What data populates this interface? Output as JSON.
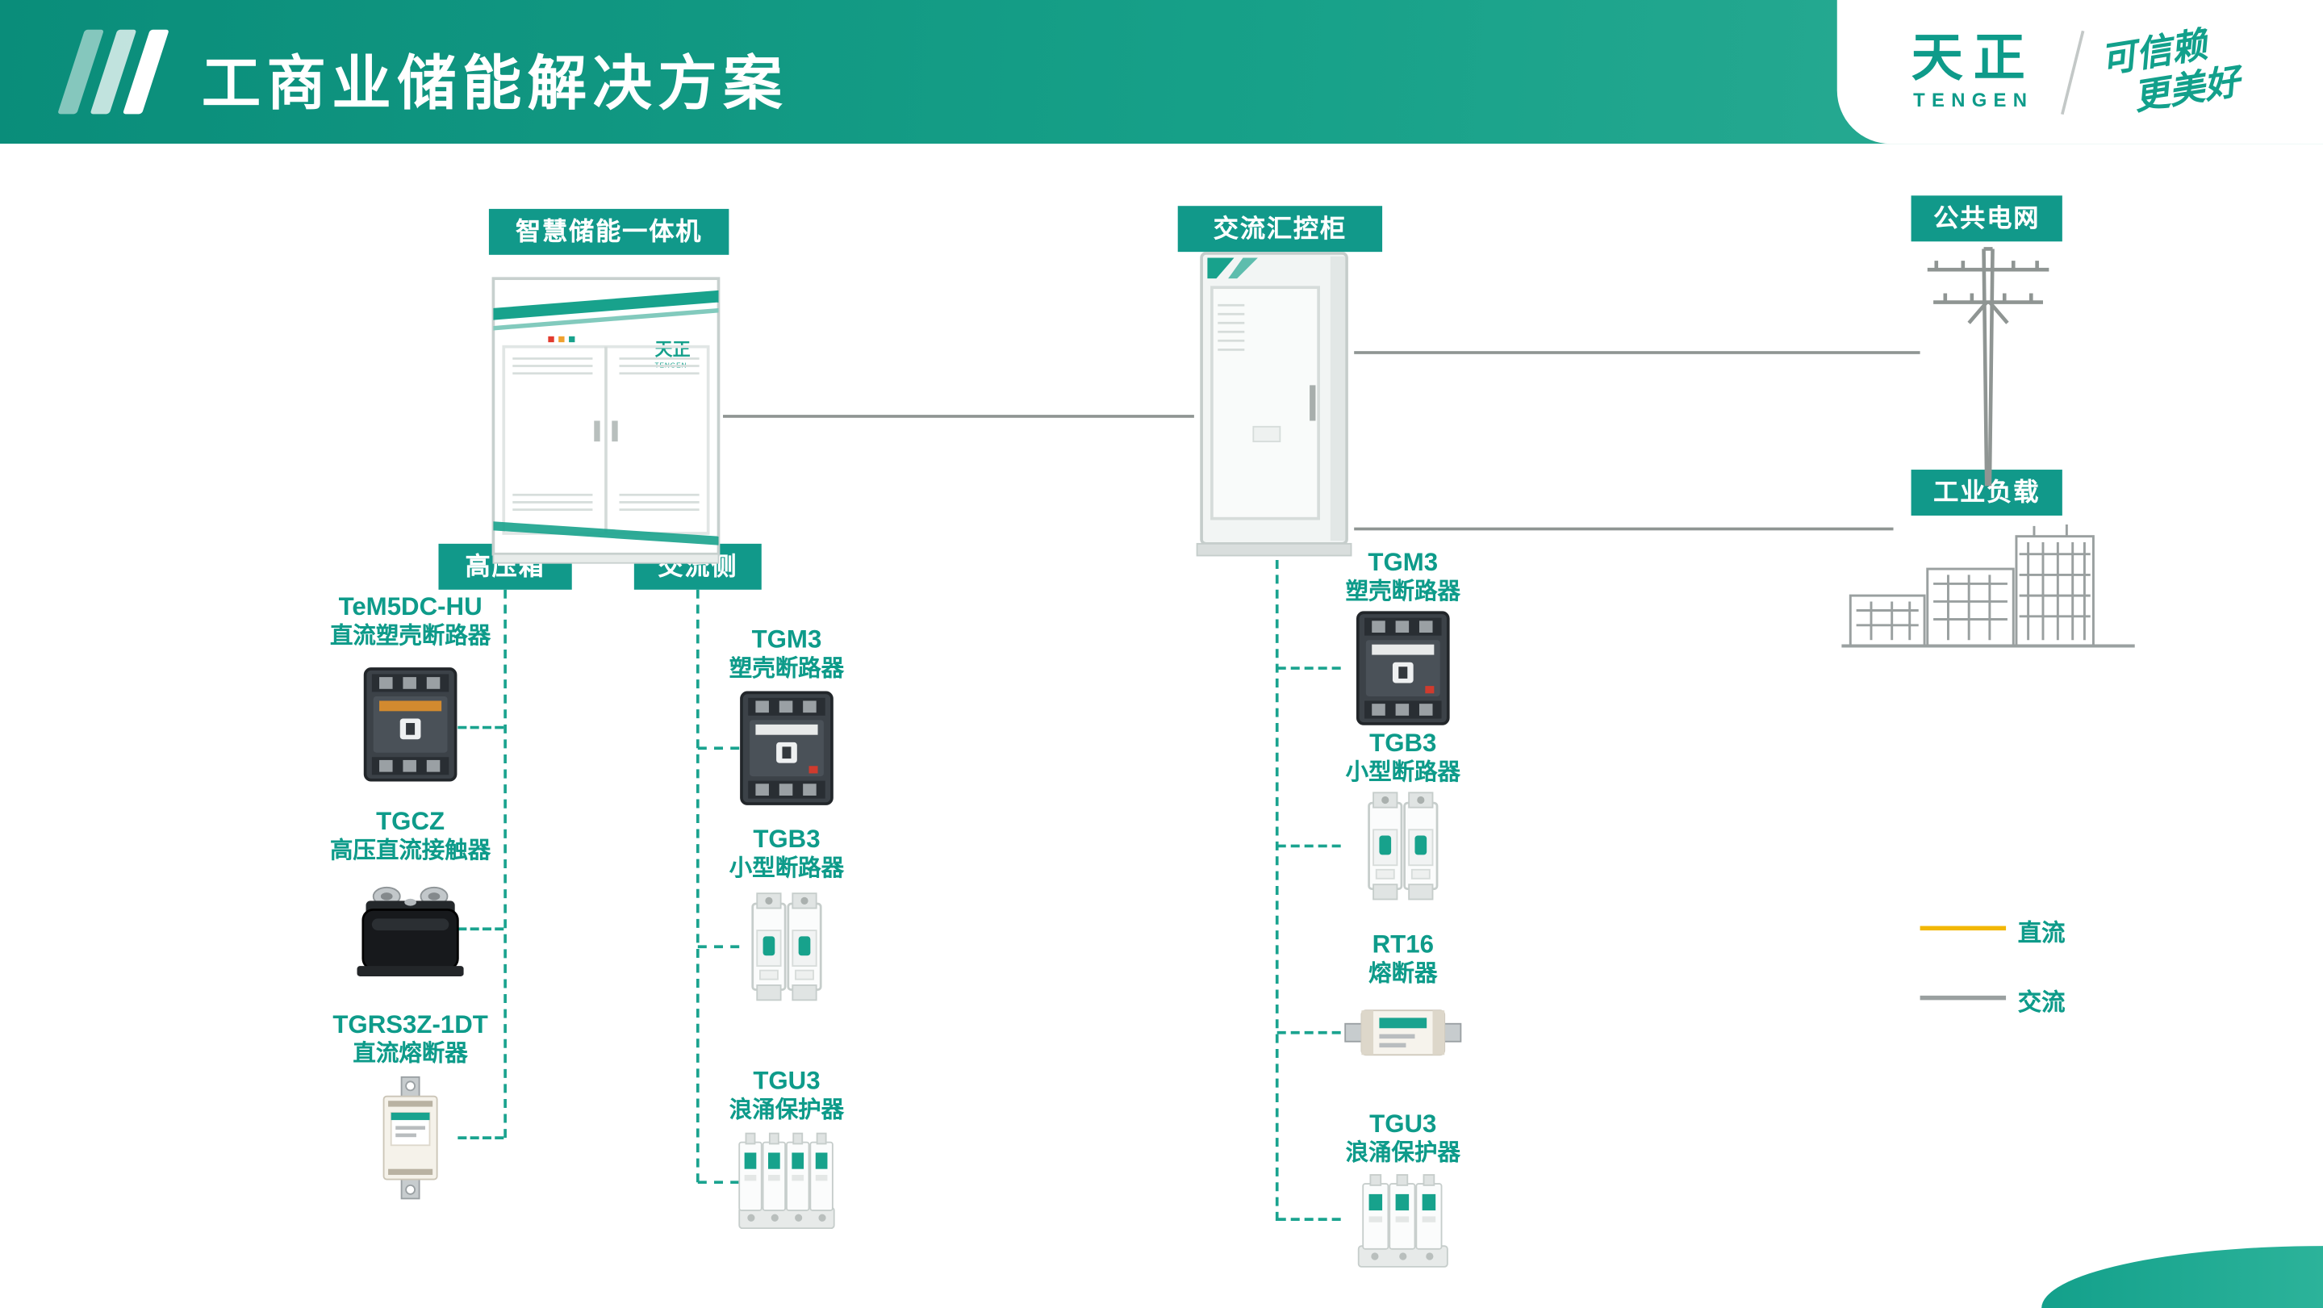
{
  "header": {
    "title": "工商业储能解决方案",
    "brand": {
      "cn": "天正",
      "en": "TENGEN",
      "slogan1": "可信赖",
      "slogan2": "更美好"
    }
  },
  "tags": {
    "ess": "智慧储能一体机",
    "ac_cabinet": "交流汇控柜",
    "grid": "公共电网",
    "industrial_load": "工业负载",
    "hv_box": "高压箱",
    "ac_side": "交流侧"
  },
  "products": {
    "hv": [
      {
        "model": "TeM5DC-HU",
        "name": "直流塑壳断路器"
      },
      {
        "model": "TGCZ",
        "name": "高压直流接触器"
      },
      {
        "model": "TGRS3Z-1DT",
        "name": "直流熔断器"
      }
    ],
    "ac_side": [
      {
        "model": "TGM3",
        "name": "塑壳断路器"
      },
      {
        "model": "TGB3",
        "name": "小型断路器"
      },
      {
        "model": "TGU3",
        "name": "浪涌保护器"
      }
    ],
    "ac_cabinet": [
      {
        "model": "TGM3",
        "name": "塑壳断路器"
      },
      {
        "model": "TGB3",
        "name": "小型断路器"
      },
      {
        "model": "RT16",
        "name": "熔断器"
      },
      {
        "model": "TGU3",
        "name": "浪涌保护器"
      }
    ]
  },
  "legend": {
    "dc": {
      "label": "直流",
      "color": "#F2B705"
    },
    "ac": {
      "label": "交流",
      "color": "#9AA0A0"
    }
  },
  "illustration": {
    "ess_brand": "天正",
    "ess_brand_en": "TENGEN"
  },
  "colors": {
    "brand_green": "#11998A",
    "text_green": "#0E9B8A",
    "line_gray": "#8F9593",
    "dashed_teal": "#1AA38F"
  }
}
